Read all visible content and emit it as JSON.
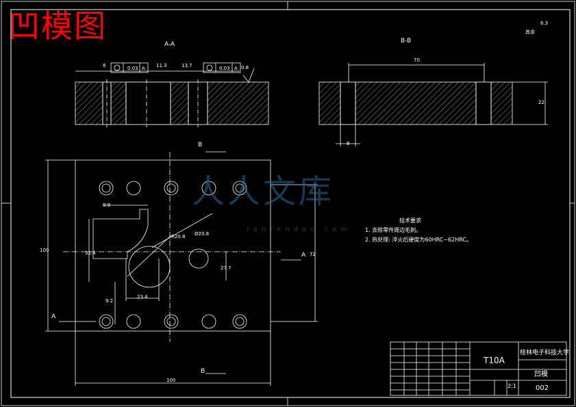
{
  "title": "凹模图",
  "views": {
    "section_aa": "A-A",
    "section_bb": "B-B"
  },
  "roughness": {
    "label": "其余",
    "value": "6.3"
  },
  "dims": {
    "aa_8": "8",
    "aa_113": "11.3",
    "aa_137": "13.7",
    "aa_08": "0.8",
    "tol_1_val": "0.03",
    "tol_1_ref": "A",
    "tol_2_val": "0.03",
    "tol_2_ref": "A",
    "bb_70": "70",
    "bb_22": "22",
    "bb_8": "8",
    "plan_100_w": "100",
    "plan_100_h": "100",
    "plan_72": "72",
    "plan_99": "9.9",
    "plan_324": "32.4",
    "plan_277": "27.7",
    "plan_234": "23.4",
    "plan_92": "9.2",
    "plan_r": "R20.8",
    "plan_phi": "Ø20.8"
  },
  "cut_marks": {
    "a_left": "A",
    "a_right": "A",
    "b_top": "B",
    "b_bottom": "B"
  },
  "tech": {
    "header": "技术要求",
    "line1": "1. 去除零件周边毛刺。",
    "line2": "2. 热处理: 淬火后硬度为60HRC~62HRC。"
  },
  "titleblock": {
    "material": "T10A",
    "school": "桂林电子科技大学",
    "part": "凹模",
    "scale": "2:1",
    "number": "002"
  },
  "watermark": {
    "text": "人人文库",
    "url": "renrendoc.com"
  },
  "colors": {
    "background": "#000000",
    "lines": "#ffffff",
    "title": "#ff0000",
    "watermark": "#2a6a9a"
  }
}
